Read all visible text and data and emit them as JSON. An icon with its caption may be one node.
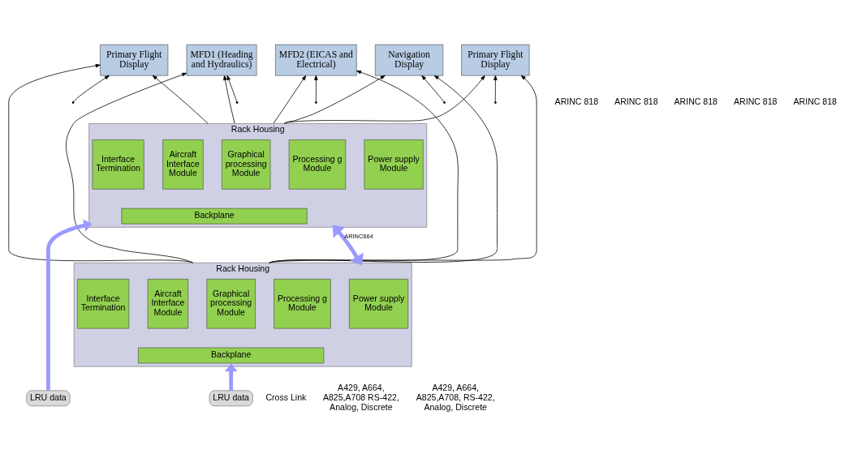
{
  "diagram": {
    "nodes": [
      {
        "text": [
          "Primary Flight Display"
        ]
      },
      {
        "text": [
          "MFD1 (Heading and Hydraulics)"
        ]
      },
      {
        "text": [
          "MFD2 (EICAS and Electrical)"
        ]
      },
      {
        "text": [
          "Navigation Display"
        ]
      },
      {
        "text": [
          "Primary Flight Display"
        ]
      },
      {
        "text": [
          "Rack Housing"
        ]
      },
      {
        "text": [
          "Interface Termination"
        ],
        "in": 5
      },
      {
        "text": [
          "Aircraft Interface Module"
        ],
        "in": 5
      },
      {
        "text": [
          "Graphical processing Module"
        ],
        "in": 5
      },
      {
        "text": [
          "Processing g Module"
        ],
        "in": 5
      },
      {
        "text": [
          "Power supply Module"
        ],
        "in": 5
      },
      {
        "text": [
          "Backplane"
        ],
        "in": 5
      },
      {
        "text": [
          "Rack Housing"
        ]
      },
      {
        "text": [
          "Interface Termination"
        ],
        "in": 12
      },
      {
        "text": [
          "Aircraft Interface Module"
        ],
        "in": 12
      },
      {
        "text": [
          "Graphical processing Module"
        ],
        "in": 12
      },
      {
        "text": [
          "Processing g Module"
        ],
        "in": 12
      },
      {
        "text": [
          "Power supply Module"
        ],
        "in": 12
      },
      {
        "text": [
          "Backplane"
        ],
        "in": 12
      },
      {
        "text": [
          "LRU data"
        ]
      },
      {
        "text": [
          "LRU data"
        ]
      }
    ],
    "edges": [
      {
        "from": 5,
        "to": 0,
        "arrow": "to"
      },
      {
        "from": 5,
        "to": 1,
        "arrow": "to"
      },
      {
        "from": 5,
        "to": 2,
        "arrow": "to"
      },
      {
        "from": 5,
        "to": 3,
        "arrow": "to"
      },
      {
        "from": 5,
        "to": 4,
        "arrow": "to"
      },
      {
        "from": 12,
        "to": 0,
        "arrow": "to"
      },
      {
        "from": 12,
        "to": 1,
        "arrow": "to"
      },
      {
        "from": 12,
        "to": 2,
        "arrow": "to"
      },
      {
        "from": 12,
        "to": 3,
        "arrow": "to"
      },
      {
        "from": 12,
        "to": 4,
        "arrow": "to"
      },
      {
        "from": null,
        "to": 0,
        "arrow": "to"
      },
      {
        "from": null,
        "to": 1,
        "arrow": "to"
      },
      {
        "from": null,
        "to": 2,
        "arrow": "to"
      },
      {
        "from": null,
        "to": 3,
        "arrow": "to"
      },
      {
        "from": null,
        "to": 4,
        "arrow": "to"
      },
      {
        "from": 5,
        "to": 12,
        "arrow": "both",
        "label": "ARINC664",
        "style": "thick",
        "color": "#9999ff"
      },
      {
        "from": 19,
        "to": 5,
        "arrow": "to",
        "style": "thick",
        "color": "#9999ff"
      },
      {
        "from": 20,
        "to": 12,
        "arrow": "to",
        "style": "thick",
        "color": "#9999ff"
      }
    ],
    "labels": [
      "ARINC 818",
      "ARINC 818",
      "ARINC 818",
      "ARINC 818",
      "ARINC 818",
      "Cross Link",
      "A429, A664, A825,A708 RS-422, Analog, Discrete",
      "A429, A664, A825,A708, RS-422, Analog, Discrete"
    ]
  }
}
